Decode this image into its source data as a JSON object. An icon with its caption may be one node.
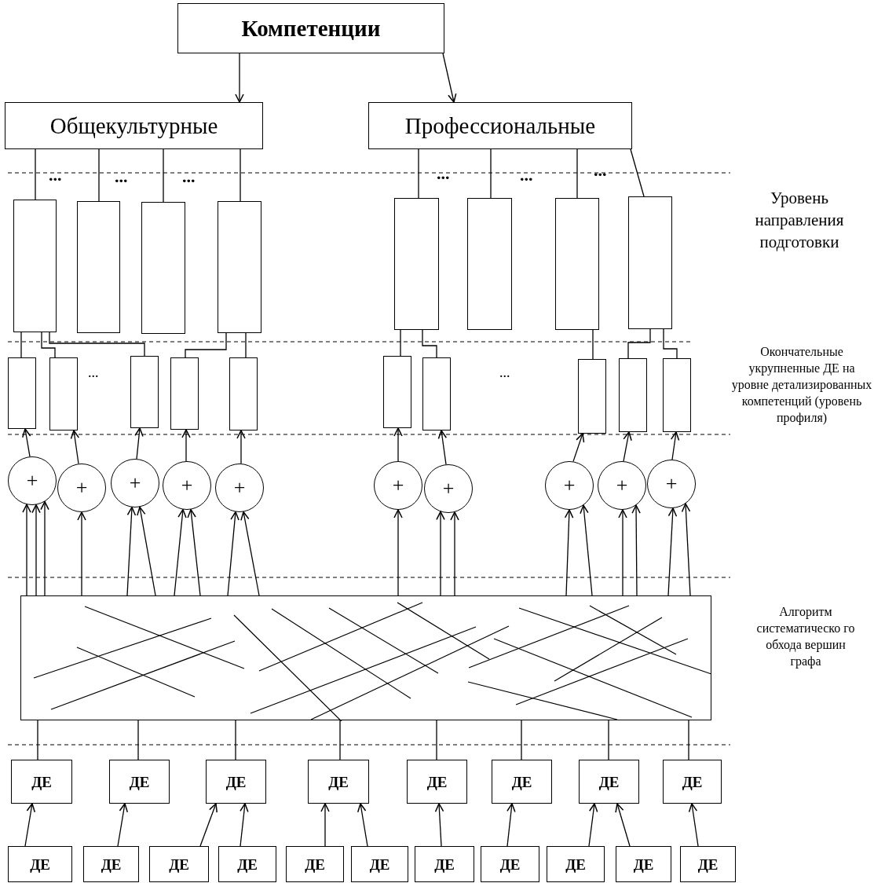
{
  "diagram": {
    "nodes": [
      {
        "text": [
          "Компетенции"
        ]
      },
      {
        "text": [
          "Общекультурные"
        ]
      },
      {
        "text": [
          "Профессиональные"
        ]
      },
      {
        "text": [],
        "shape": "box"
      },
      {
        "text": [],
        "shape": "box"
      },
      {
        "text": [],
        "shape": "box"
      },
      {
        "text": [],
        "shape": "box"
      },
      {
        "text": [],
        "shape": "box"
      },
      {
        "text": [],
        "shape": "box"
      },
      {
        "text": [],
        "shape": "box"
      },
      {
        "text": [],
        "shape": "box"
      },
      {
        "text": [],
        "shape": "box"
      },
      {
        "text": [],
        "shape": "box"
      },
      {
        "text": [],
        "shape": "box"
      },
      {
        "text": [],
        "shape": "box"
      },
      {
        "text": [],
        "shape": "box"
      },
      {
        "text": [],
        "shape": "box"
      },
      {
        "text": [],
        "shape": "box"
      },
      {
        "text": [],
        "shape": "box"
      },
      {
        "text": [],
        "shape": "box"
      },
      {
        "text": [],
        "shape": "box"
      },
      {
        "text": [
          "+"
        ]
      },
      {
        "text": [
          "+"
        ]
      },
      {
        "text": [
          "+"
        ]
      },
      {
        "text": [
          "+"
        ]
      },
      {
        "text": [
          "+"
        ]
      },
      {
        "text": [
          "+"
        ]
      },
      {
        "text": [
          "+"
        ]
      },
      {
        "text": [
          "+"
        ]
      },
      {
        "text": [
          "+"
        ]
      },
      {
        "text": [
          "+"
        ]
      },
      {
        "text": [],
        "shape": "box"
      },
      {
        "text": [
          "ДЕ"
        ]
      },
      {
        "text": [
          "ДЕ"
        ]
      },
      {
        "text": [
          "ДЕ"
        ]
      },
      {
        "text": [
          "ДЕ"
        ]
      },
      {
        "text": [
          "ДЕ"
        ]
      },
      {
        "text": [
          "ДЕ"
        ]
      },
      {
        "text": [
          "ДЕ"
        ]
      },
      {
        "text": [
          "ДЕ"
        ]
      },
      {
        "text": [
          "ДЕ"
        ]
      },
      {
        "text": [
          "ДЕ"
        ]
      },
      {
        "text": [
          "ДЕ"
        ]
      },
      {
        "text": [
          "ДЕ"
        ]
      },
      {
        "text": [
          "ДЕ"
        ]
      },
      {
        "text": [
          "ДЕ"
        ]
      },
      {
        "text": [
          "ДЕ"
        ]
      },
      {
        "text": [
          "ДЕ"
        ]
      },
      {
        "text": [
          "ДЕ"
        ]
      },
      {
        "text": [
          "ДЕ"
        ]
      },
      {
        "text": [
          "ДЕ"
        ]
      }
    ],
    "edges": [
      {
        "from": 0,
        "to": 1,
        "arrow": "to"
      },
      {
        "from": 0,
        "to": 2,
        "arrow": "to"
      },
      {
        "from": 1,
        "to": 3,
        "arrow": "none"
      },
      {
        "from": 1,
        "to": 4,
        "arrow": "none"
      },
      {
        "from": 1,
        "to": 5,
        "arrow": "none"
      },
      {
        "from": 1,
        "to": 6,
        "arrow": "none"
      },
      {
        "from": 2,
        "to": 7,
        "arrow": "none"
      },
      {
        "from": 2,
        "to": 8,
        "arrow": "none"
      },
      {
        "from": 2,
        "to": 9,
        "arrow": "none"
      },
      {
        "from": 2,
        "to": 10,
        "arrow": "none"
      },
      {
        "from": 3,
        "to": 11,
        "arrow": "none"
      },
      {
        "from": 3,
        "to": 12,
        "arrow": "none"
      },
      {
        "from": 3,
        "to": 13,
        "arrow": "none"
      },
      {
        "from": 6,
        "to": 14,
        "arrow": "none"
      },
      {
        "from": 6,
        "to": 15,
        "arrow": "none"
      },
      {
        "from": 7,
        "to": 16,
        "arrow": "none"
      },
      {
        "from": 7,
        "to": 17,
        "arrow": "none"
      },
      {
        "from": 9,
        "to": 18,
        "arrow": "none"
      },
      {
        "from": 10,
        "to": 19,
        "arrow": "none"
      },
      {
        "from": 10,
        "to": 20,
        "arrow": "none"
      },
      {
        "from": 21,
        "to": 11,
        "arrow": "to"
      },
      {
        "from": 22,
        "to": 12,
        "arrow": "to"
      },
      {
        "from": 23,
        "to": 13,
        "arrow": "to"
      },
      {
        "from": 24,
        "to": 14,
        "arrow": "to"
      },
      {
        "from": 25,
        "to": 15,
        "arrow": "to"
      },
      {
        "from": 26,
        "to": 16,
        "arrow": "to"
      },
      {
        "from": 27,
        "to": 17,
        "arrow": "to"
      },
      {
        "from": 28,
        "to": 18,
        "arrow": "to"
      },
      {
        "from": 29,
        "to": 19,
        "arrow": "to"
      },
      {
        "from": 30,
        "to": 20,
        "arrow": "to"
      },
      {
        "from": 31,
        "to": 21,
        "arrow": "to"
      },
      {
        "from": 31,
        "to": 21,
        "arrow": "to"
      },
      {
        "from": 31,
        "to": 21,
        "arrow": "to"
      },
      {
        "from": 31,
        "to": 22,
        "arrow": "to"
      },
      {
        "from": 31,
        "to": 23,
        "arrow": "to"
      },
      {
        "from": 31,
        "to": 23,
        "arrow": "to"
      },
      {
        "from": 31,
        "to": 24,
        "arrow": "to"
      },
      {
        "from": 31,
        "to": 24,
        "arrow": "to"
      },
      {
        "from": 31,
        "to": 25,
        "arrow": "to"
      },
      {
        "from": 31,
        "to": 25,
        "arrow": "to"
      },
      {
        "from": 31,
        "to": 26,
        "arrow": "to"
      },
      {
        "from": 31,
        "to": 27,
        "arrow": "to"
      },
      {
        "from": 31,
        "to": 27,
        "arrow": "to"
      },
      {
        "from": 31,
        "to": 28,
        "arrow": "to"
      },
      {
        "from": 31,
        "to": 28,
        "arrow": "to"
      },
      {
        "from": 31,
        "to": 29,
        "arrow": "to"
      },
      {
        "from": 31,
        "to": 29,
        "arrow": "to"
      },
      {
        "from": 31,
        "to": 30,
        "arrow": "to"
      },
      {
        "from": 31,
        "to": 30,
        "arrow": "to"
      },
      {
        "from": 31,
        "to": 32,
        "arrow": "none"
      },
      {
        "from": 31,
        "to": 33,
        "arrow": "none"
      },
      {
        "from": 31,
        "to": 34,
        "arrow": "none"
      },
      {
        "from": 31,
        "to": 35,
        "arrow": "none"
      },
      {
        "from": 31,
        "to": 36,
        "arrow": "none"
      },
      {
        "from": 31,
        "to": 37,
        "arrow": "none"
      },
      {
        "from": 31,
        "to": 38,
        "arrow": "none"
      },
      {
        "from": 31,
        "to": 39,
        "arrow": "none"
      },
      {
        "from": 40,
        "to": 32,
        "arrow": "to"
      },
      {
        "from": 41,
        "to": 33,
        "arrow": "to"
      },
      {
        "from": 42,
        "to": 34,
        "arrow": "to"
      },
      {
        "from": 43,
        "to": 34,
        "arrow": "to"
      },
      {
        "from": 44,
        "to": 35,
        "arrow": "to"
      },
      {
        "from": 45,
        "to": 35,
        "arrow": "to"
      },
      {
        "from": 46,
        "to": 36,
        "arrow": "to"
      },
      {
        "from": 47,
        "to": 37,
        "arrow": "to"
      },
      {
        "from": 48,
        "to": 38,
        "arrow": "to"
      },
      {
        "from": 49,
        "to": 38,
        "arrow": "to"
      },
      {
        "from": 50,
        "to": 39,
        "arrow": "to"
      }
    ],
    "labels": [
      "...",
      "...",
      "...",
      "...",
      "...",
      "...",
      "Уровень направления подготовки",
      "Окончательные укрупненные ДЕ на уровне детализированных компетенций (уровень профиля)",
      "...",
      "...",
      "Алгоритм систематическо го обхода вершин графа"
    ]
  }
}
